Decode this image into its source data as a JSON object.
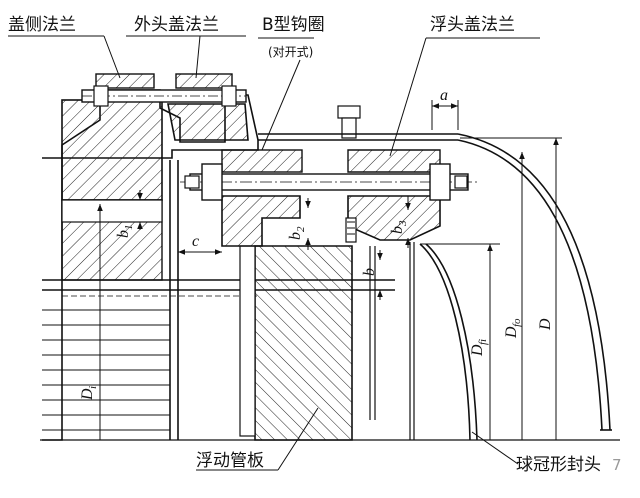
{
  "labels": {
    "pipe_side_flange": "盖侧法兰",
    "outer_head_cover_flange": "外头盖法兰",
    "b_type_hook_ring": "B型钩圈",
    "split_type": "(对开式)",
    "floating_head_cover_flange": "浮头盖法兰",
    "floating_tubesheet": "浮动管板",
    "dished_head": "球冠形封头"
  },
  "symbols": {
    "a": "a",
    "b1": "b",
    "b1_sub": "1",
    "b2": "b",
    "b2_sub": "2",
    "b3": "b",
    "b3_sub": "3",
    "b": "b",
    "c": "c",
    "Di": "D",
    "Di_sub": "i",
    "Dfi": "D",
    "Dfi_sub": "fi",
    "Dfo": "D",
    "Dfo_sub": "fo",
    "D": "D"
  },
  "watermark": "7"
}
